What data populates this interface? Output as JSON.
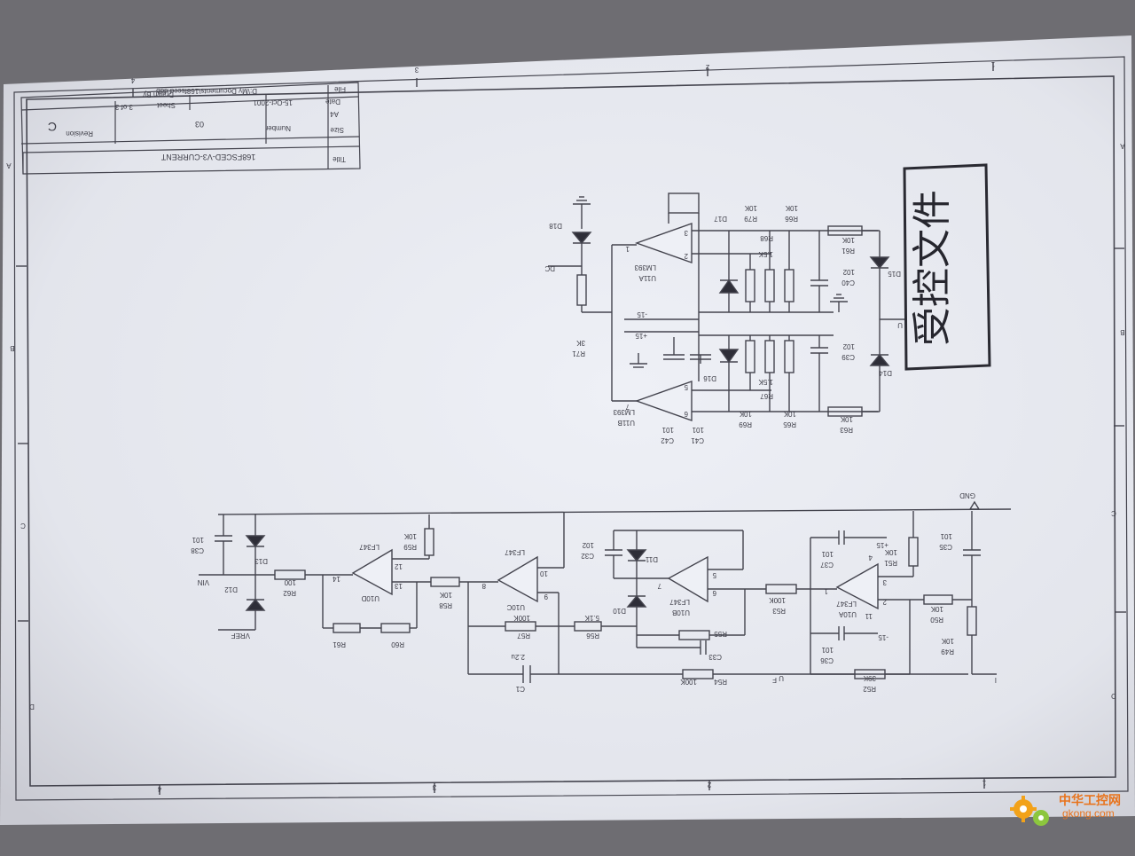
{
  "title_block": {
    "title_label": "Title",
    "title_value": "168FSCED-V3-CURRENT",
    "size_label": "Size",
    "size_value": "A4",
    "number_label": "Number",
    "number_value": "03",
    "revision_label": "Revision",
    "revision_value": "C",
    "date_label": "Date",
    "date_value": "15-Oct-2001",
    "sheet_label": "Sheet",
    "sheet_value": "3  of  3",
    "file_label": "File",
    "file_value": "D:\\My Documents\\168fsced.ddb",
    "drawn_label": "Drawn By"
  },
  "border": {
    "top_zones": [
      "4",
      "3",
      "2",
      "1"
    ],
    "bottom_zones": [
      "4",
      "3",
      "2",
      "1"
    ],
    "left_zones": [
      "A",
      "B",
      "C",
      "D"
    ],
    "right_zones": [
      "A",
      "B",
      "C",
      "D"
    ]
  },
  "stamp": {
    "text": "受控文件"
  },
  "upper_circuit": {
    "opamps": [
      {
        "ref": "U11A",
        "part": "LM393",
        "pin_a": "3",
        "pin_b": "2",
        "pin_out": "1"
      },
      {
        "ref": "U11B",
        "part": "LM393",
        "pin_a": "5",
        "pin_b": "6",
        "pin_out": "7"
      }
    ],
    "diodes": [
      "D18",
      "D17",
      "D16",
      "D15",
      "D14"
    ],
    "resistors": [
      {
        "ref": "R71",
        "value": "3K"
      },
      {
        "ref": "R79",
        "value": "10K"
      },
      {
        "ref": "R66",
        "value": "10K"
      },
      {
        "ref": "R61",
        "value": "10K"
      },
      {
        "ref": "R68",
        "value": "1.5K"
      },
      {
        "ref": "R67",
        "value": "1.5K"
      },
      {
        "ref": "R69",
        "value": "10K"
      },
      {
        "ref": "R65",
        "value": "10K"
      },
      {
        "ref": "R63",
        "value": "10K"
      }
    ],
    "capacitors": [
      {
        "ref": "C40",
        "value": "102"
      },
      {
        "ref": "C39",
        "value": "102"
      },
      {
        "ref": "C41",
        "value": "101"
      },
      {
        "ref": "C42",
        "value": "101"
      }
    ],
    "nets": {
      "dc": "DC",
      "plus": "+15",
      "minus": "-15",
      "u": "U"
    }
  },
  "lower_circuit": {
    "opamps": [
      {
        "ref": "U10D",
        "part": "LF347",
        "pin_a": "12",
        "pin_b": "13",
        "pin_out": "14"
      },
      {
        "ref": "U10C",
        "part": "LF347",
        "pin_a": "10",
        "pin_b": "9",
        "pin_out": "8"
      },
      {
        "ref": "U10B",
        "part": "LF347",
        "pin_a": "5",
        "pin_b": "6",
        "pin_out": "7"
      },
      {
        "ref": "U10A",
        "part": "LF347",
        "pin_a": "3",
        "pin_b": "2",
        "pin_out": "1"
      }
    ],
    "pin_4": "4",
    "pin_11": "11",
    "diodes": [
      "D13",
      "D12",
      "D11",
      "D10"
    ],
    "resistors": [
      {
        "ref": "R62",
        "value": "100"
      },
      {
        "ref": "R59",
        "value": "10K"
      },
      {
        "ref": "R61",
        "value": ""
      },
      {
        "ref": "R60",
        "value": ""
      },
      {
        "ref": "R58",
        "value": "10K"
      },
      {
        "ref": "R57",
        "value": "100K"
      },
      {
        "ref": "R56",
        "value": "5.1K"
      },
      {
        "ref": "R55",
        "value": ""
      },
      {
        "ref": "R54",
        "value": "100K"
      },
      {
        "ref": "R53",
        "value": "100K"
      },
      {
        "ref": "R52",
        "value": "39K"
      },
      {
        "ref": "R51",
        "value": "10K"
      },
      {
        "ref": "R50",
        "value": "10K"
      },
      {
        "ref": "R49",
        "value": "10K"
      }
    ],
    "capacitors": [
      {
        "ref": "C38",
        "value": "101"
      },
      {
        "ref": "C32",
        "value": "102"
      },
      {
        "ref": "C33",
        "value": ""
      },
      {
        "ref": "C37",
        "value": "101"
      },
      {
        "ref": "C36",
        "value": "101"
      },
      {
        "ref": "C35",
        "value": "101"
      },
      {
        "ref": "C1",
        "value": "2.2u"
      }
    ],
    "nets": {
      "vin": "VIN",
      "vref": "VREF",
      "gnd": "GND",
      "plus": "+15",
      "minus": "-15",
      "i": "I",
      "u": "U",
      "f": "F"
    }
  },
  "watermark": {
    "site_cn": "中华工控网",
    "site_en": "gkong.com"
  },
  "colors": {
    "paper": "#e9ebf2",
    "ink": "#3a3a44",
    "background": "#6e6d72",
    "watermark": "#e8731c"
  }
}
